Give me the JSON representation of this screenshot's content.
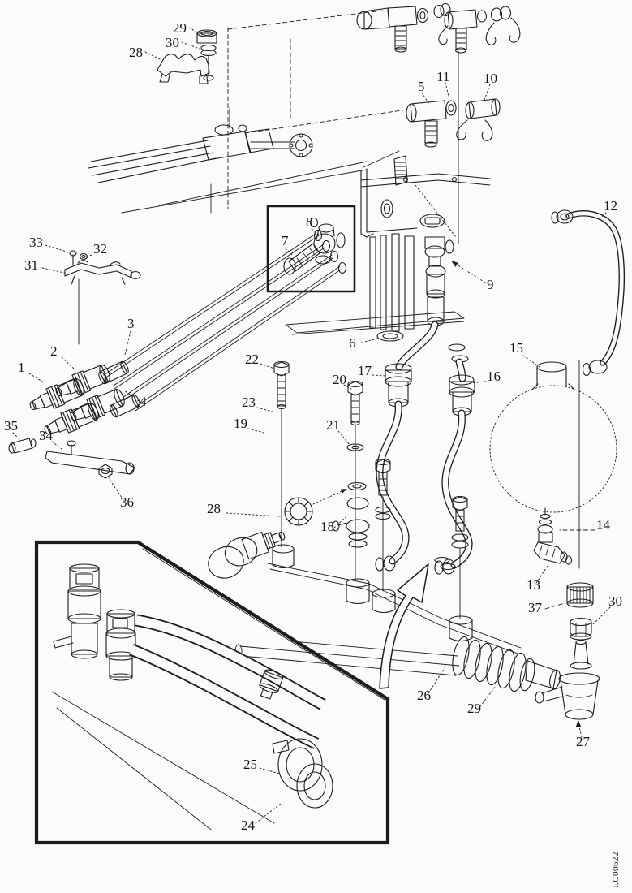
{
  "figure": {
    "code": "LC00622",
    "background": "#fbfbf9",
    "ink": "#1c1c1c",
    "description": "Exploded parts diagram: hydraulic steering lines, fittings, accumulator and tie-rod components"
  },
  "callouts": {
    "c29_top": {
      "label": "29"
    },
    "c30_top": {
      "label": "30"
    },
    "c28_top": {
      "label": "28"
    },
    "c5": {
      "label": "5"
    },
    "c11": {
      "label": "11"
    },
    "c10": {
      "label": "10"
    },
    "c12": {
      "label": "12"
    },
    "c33": {
      "label": "33"
    },
    "c32": {
      "label": "32"
    },
    "c31": {
      "label": "31"
    },
    "c7": {
      "label": "7"
    },
    "c8": {
      "label": "8"
    },
    "c9": {
      "label": "9"
    },
    "c6": {
      "label": "6"
    },
    "c3": {
      "label": "3"
    },
    "c2": {
      "label": "2"
    },
    "c1": {
      "label": "1"
    },
    "c4": {
      "label": "4"
    },
    "c22": {
      "label": "22"
    },
    "c20": {
      "label": "20"
    },
    "c17": {
      "label": "17"
    },
    "c16": {
      "label": "16"
    },
    "c15": {
      "label": "15"
    },
    "c23": {
      "label": "23"
    },
    "c19": {
      "label": "19"
    },
    "c21": {
      "label": "21"
    },
    "c35": {
      "label": "35"
    },
    "c34": {
      "label": "34"
    },
    "c36": {
      "label": "36"
    },
    "c28_mid": {
      "label": "28"
    },
    "c18": {
      "label": "18"
    },
    "c14": {
      "label": "14"
    },
    "c13": {
      "label": "13"
    },
    "c37": {
      "label": "37"
    },
    "c30_right": {
      "label": "30"
    },
    "c26": {
      "label": "26"
    },
    "c29_bottom": {
      "label": "29"
    },
    "c27": {
      "label": "27"
    },
    "c25": {
      "label": "25"
    },
    "c24": {
      "label": "24"
    }
  }
}
